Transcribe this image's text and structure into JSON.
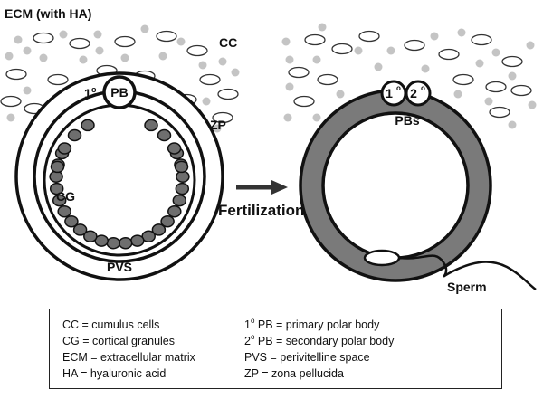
{
  "labels": {
    "ecm": "ECM (with HA)",
    "cc": "CC",
    "zp": "ZP",
    "cg": "CG",
    "pvs": "PVS",
    "primary_pb_mark": "1",
    "primary_pb_text": "PB",
    "pbs": "PBs",
    "pb1": "1",
    "pb2": "2",
    "fertilization": "Fertilization",
    "sperm": "Sperm"
  },
  "legend": {
    "left": [
      {
        "sup": "",
        "text": "CC = cumulus cells"
      },
      {
        "sup": "",
        "text": "CG = cortical granules"
      },
      {
        "sup": "",
        "text": "ECM = extracellular matrix"
      },
      {
        "sup": "",
        "text": "HA = hyaluronic acid"
      }
    ],
    "right": [
      {
        "pre": "1",
        "sup": "o",
        "text": " PB = primary polar body"
      },
      {
        "pre": "2",
        "sup": "o",
        "text": " PB = secondary polar body"
      },
      {
        "pre": "",
        "sup": "",
        "text": "PVS = perivitelline space"
      },
      {
        "pre": "",
        "sup": "",
        "text": "ZP = zona pellucida"
      }
    ]
  },
  "colors": {
    "stroke": "#111111",
    "granule": "#6e6e6e",
    "zona_fertilized": "#7a7a7a",
    "cumulus_dot": "#c4c4c4"
  }
}
